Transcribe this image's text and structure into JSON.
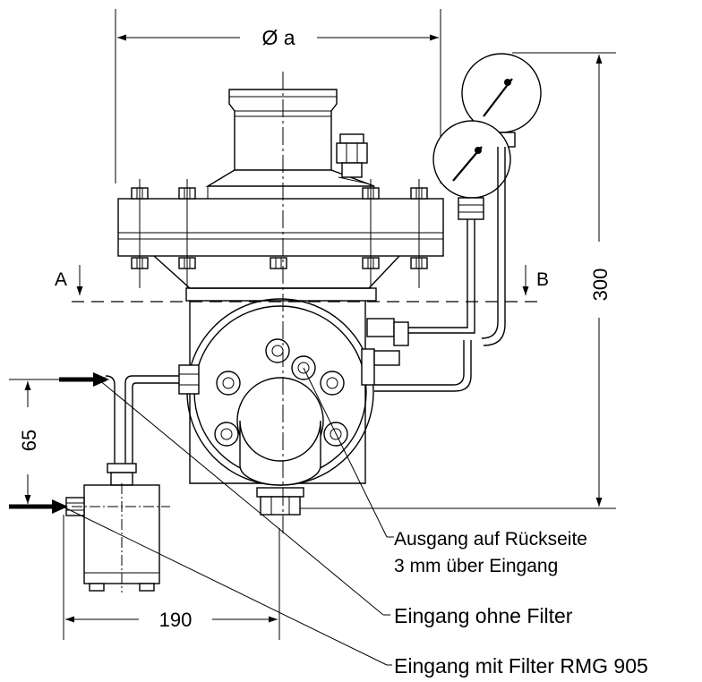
{
  "dimensions": {
    "diameter": "Ø a",
    "height": "300",
    "inlet_offset": "65",
    "width": "190"
  },
  "section_labels": {
    "left": "A",
    "right": "B"
  },
  "callouts": {
    "outlet_line1": "Ausgang auf Rückseite",
    "outlet_line2": "3 mm über Eingang",
    "inlet_no_filter": "Eingang ohne Filter",
    "inlet_with_filter": "Eingang mit Filter RMG 905"
  }
}
